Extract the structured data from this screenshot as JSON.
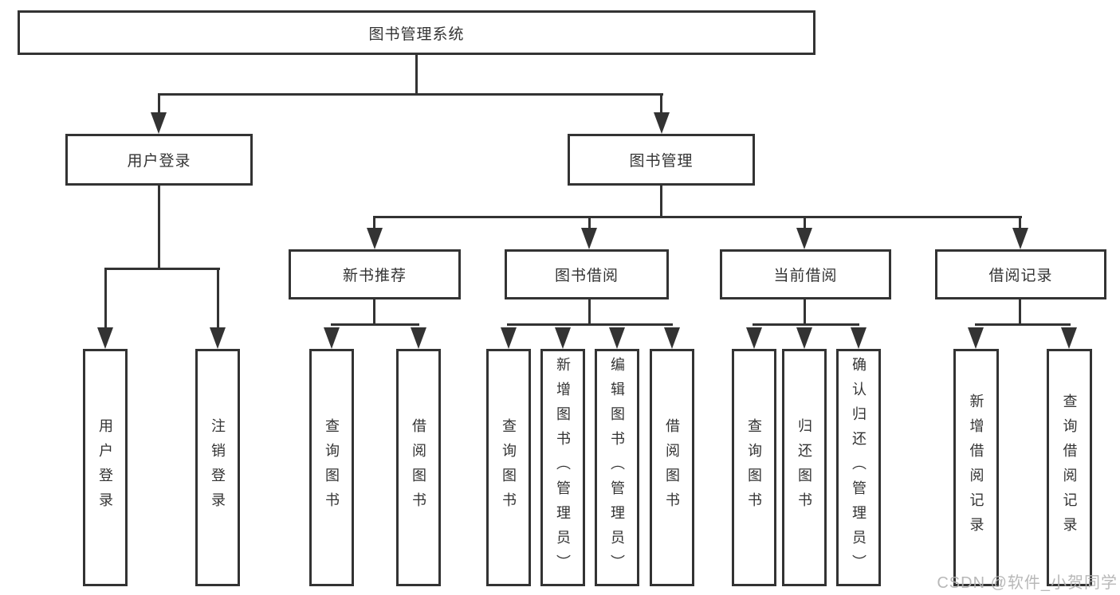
{
  "tree": {
    "root": {
      "label": "图书管理系统"
    },
    "level2": [
      {
        "label": "用户登录",
        "children": [
          {
            "label": "用户登录"
          },
          {
            "label": "注销登录"
          }
        ]
      },
      {
        "label": "图书管理",
        "children": [
          {
            "label": "新书推荐",
            "children": [
              {
                "label": "查询图书"
              },
              {
                "label": "借阅图书"
              }
            ]
          },
          {
            "label": "图书借阅",
            "children": [
              {
                "label": "查询图书"
              },
              {
                "label": "新增图书（管理员）"
              },
              {
                "label": "编辑图书（管理员）"
              },
              {
                "label": "借阅图书"
              }
            ]
          },
          {
            "label": "当前借阅",
            "children": [
              {
                "label": "查询图书"
              },
              {
                "label": "归还图书"
              },
              {
                "label": "确认归还（管理员）"
              }
            ]
          },
          {
            "label": "借阅记录",
            "children": [
              {
                "label": "新增借阅记录"
              },
              {
                "label": "查询借阅记录"
              }
            ]
          }
        ]
      }
    ]
  },
  "watermark": {
    "text": "CSDN @软件_小贺同学"
  },
  "colors": {
    "line": "#333333",
    "box_border": "#333333",
    "text": "#333333",
    "background": "#ffffff",
    "watermark": "#b2b2b2"
  }
}
